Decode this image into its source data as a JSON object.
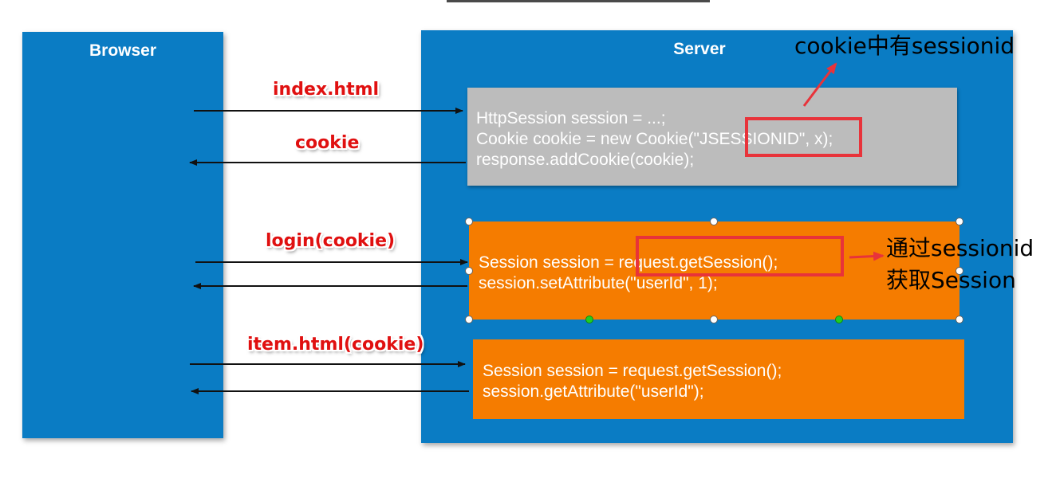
{
  "browser": {
    "title": "Browser"
  },
  "server": {
    "title": "Server"
  },
  "messages": [
    "index.html",
    "cookie",
    "login(cookie)",
    "item.html(cookie)"
  ],
  "gray_box": {
    "lines": [
      "HttpSession session = ...;",
      "Cookie cookie = new Cookie(\"JSESSIONID\", x);",
      "response.addCookie(cookie);"
    ]
  },
  "orange_box_1": {
    "lines": [
      "Session session = request.getSession();",
      "session.setAttribute(\"userId\", 1);"
    ]
  },
  "orange_box_2": {
    "lines": [
      "Session session = request.getSession();",
      "session.getAttribute(\"userId\");"
    ]
  },
  "annotations": {
    "cookie_note": "cookie中有sessionid",
    "session_note_line1": "通过sessionid",
    "session_note_line2": "获取Session"
  },
  "colors": {
    "panel_blue": "#0a7cc4",
    "gray_box": "#bcbcbc",
    "orange_box": "#f57c00",
    "highlight_red": "#e8333a",
    "message_red": "#e01010"
  }
}
